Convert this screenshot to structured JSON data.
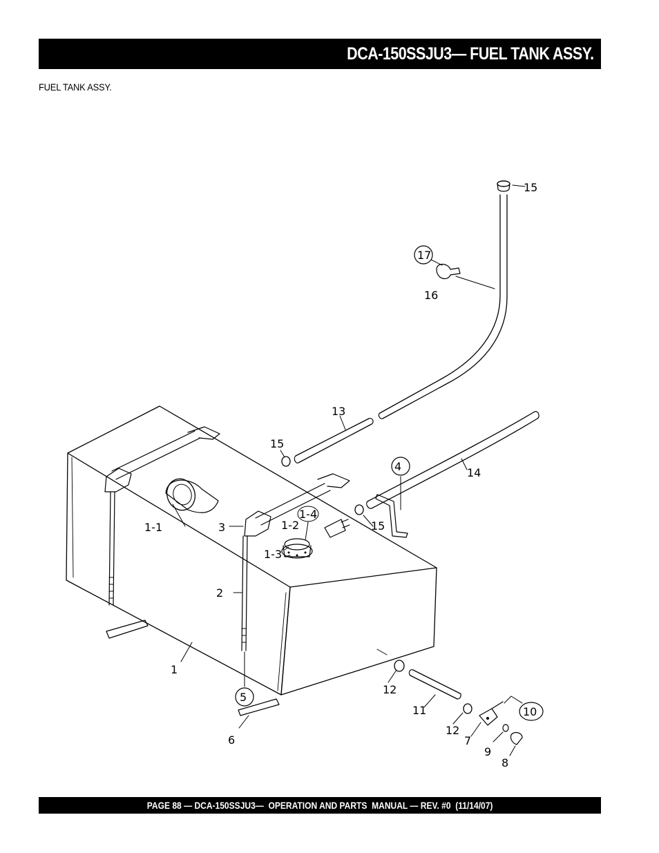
{
  "header": {
    "title": "DCA-150SSJU3— FUEL TANK ASSY."
  },
  "section": {
    "label": "FUEL TANK ASSY."
  },
  "footer": {
    "text": "PAGE 88 — DCA-150SSJU3—  OPERATION AND PARTS  MANUAL — REV. #0  (11/14/07)"
  },
  "diagram": {
    "callouts": {
      "c1": "1",
      "c1_1": "1-1",
      "c1_2": "1-2",
      "c1_3": "1-3",
      "c1_4": "1-4",
      "c2": "2",
      "c3": "3",
      "c4": "4",
      "c5": "5",
      "c6": "6",
      "c7": "7",
      "c8": "8",
      "c9": "9",
      "c10": "10",
      "c11": "11",
      "c12a": "12",
      "c12b": "12",
      "c13": "13",
      "c14": "14",
      "c15a": "15",
      "c15b": "15",
      "c15c": "15",
      "c16": "16",
      "c17": "17"
    }
  }
}
